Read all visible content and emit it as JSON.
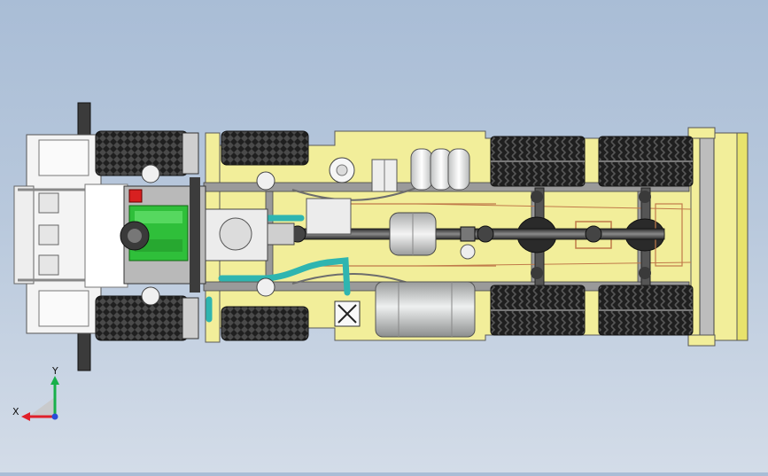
{
  "viewport": {
    "background_top": "#a9bdd6",
    "background_bottom": "#d3dce8",
    "model_name": "truck-chassis-top-view"
  },
  "triad": {
    "x_label": "X",
    "y_label": "Y",
    "x_color": "#e0202a",
    "y_color": "#18b04a",
    "z_color": "#2a4cd8"
  },
  "colors": {
    "chassis_yellow": "#f2ee9a",
    "frame_gray": "#8d8f8f",
    "engine_green": "#2fbf3a",
    "coolant_teal": "#2fb5b0",
    "tire_black": "#1c1c1c",
    "tank_silver": "#c9cbcb"
  }
}
